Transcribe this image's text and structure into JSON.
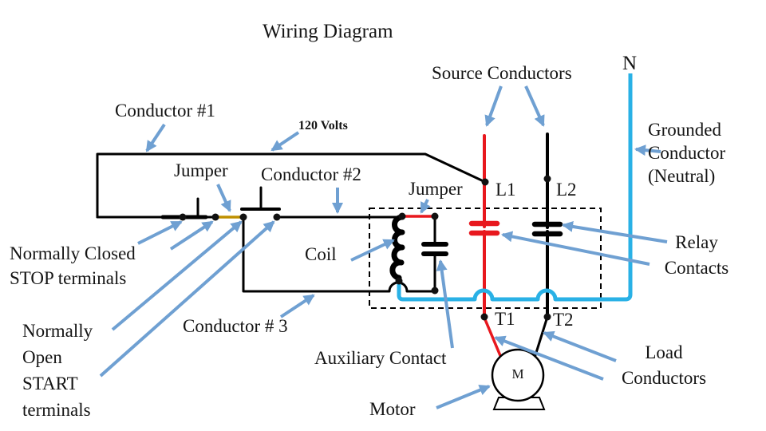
{
  "title": "Wiring Diagram",
  "labels": {
    "source_conductors": "Source Conductors",
    "neutral_n": "N",
    "conductor1": "Conductor #1",
    "voltage": "120 Volts",
    "grounded_conductor": "Grounded\nConductor\n(Neutral)",
    "jumper_left": "Jumper",
    "conductor2": "Conductor #2",
    "jumper_right": "Jumper",
    "l1": "L1",
    "l2": "L2",
    "stop_terminals": "Normally Closed\nSTOP terminals",
    "coil": "Coil",
    "relay_contacts": "Relay\nContacts",
    "start_terminals": "Normally\nOpen\nSTART\nterminals",
    "conductor3": "Conductor # 3",
    "t1": "T1",
    "t2": "T2",
    "aux_contact": "Auxiliary Contact",
    "load_conductors": "Load\nConductors",
    "motor_letter": "M",
    "motor": "Motor"
  },
  "colors": {
    "hot_conductor_red": "#e8181e",
    "neutral_conductor_cyan": "#29b1e6",
    "jumper_yellow": "#bf9000",
    "annotation_arrow_blue": "#6fa0d2",
    "wire_black": "#000000"
  }
}
